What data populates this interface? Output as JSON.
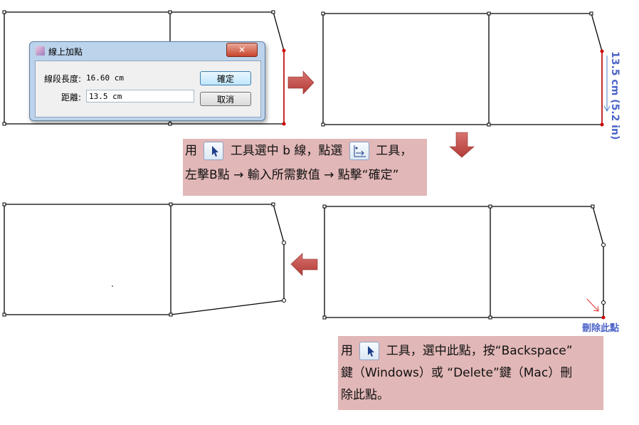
{
  "dialog": {
    "title": "線上加點",
    "close_symbol": "✕",
    "length_label": "線段長度:",
    "length_value": "16.60 cm",
    "distance_label": "距離:",
    "distance_value": "13.5 cm",
    "ok_label": "確定",
    "cancel_label": "取消"
  },
  "dimension_label": "13.5 cm (5.2 in)",
  "delete_point_label": "刪除此點",
  "note1": {
    "line1_part1": "用",
    "line1_part2": "工具選中 b 線，點選",
    "line1_part3": "工具，",
    "line2": "左擊B點 → 輸入所需數值 → 點擊“確定”"
  },
  "note2": {
    "part1": "用",
    "part2": "工具，選中此點，按“Backspace”",
    "line2": "鍵（Windows）或 “Delete”鍵（Mac）刪",
    "line3": "除此點。"
  },
  "icons": [
    "arrow-cursor-icon",
    "add-point-icon",
    "right-arrow-icon",
    "down-arrow-icon",
    "left-arrow-icon"
  ],
  "colors": {
    "arrow": "#c0504d",
    "note_bg": "#e2b7b7",
    "label_blue": "#4a63c8",
    "point_red": "#d00000"
  }
}
